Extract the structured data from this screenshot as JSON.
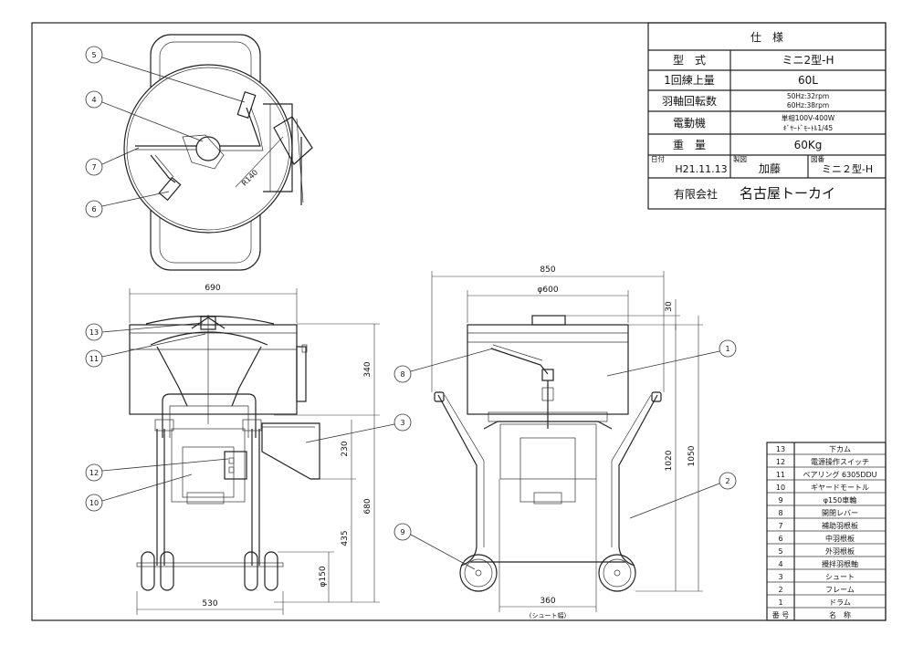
{
  "spec_table": {
    "title": "仕　様",
    "rows": [
      {
        "label": "型　式",
        "value": "ミニ2型-H"
      },
      {
        "label": "1回練上量",
        "value": "60L"
      },
      {
        "label": "羽軸回転数",
        "value1": "50Hz:32rpm",
        "value2": "60Hz:38rpm"
      },
      {
        "label": "電動機",
        "value1": "単相100V-400W",
        "value2": "ｷﾞﾔｰﾄﾞﾓｰﾄﾙ1/45"
      },
      {
        "label": "重　量",
        "value": "60Kg"
      }
    ],
    "date_label": "日付",
    "date": "H21.11.13",
    "maker_label": "製図",
    "maker": "加藤",
    "drawing_label": "図番",
    "drawing_no": "ミニ２型-H",
    "company_prefix": "有限会社",
    "company": "名古屋トーカイ"
  },
  "parts_table": {
    "header_no": "番 号",
    "header_name": "名　称",
    "rows": [
      {
        "no": "13",
        "name": "下カム"
      },
      {
        "no": "12",
        "name": "電源操作スイッチ"
      },
      {
        "no": "11",
        "name": "ベアリング 6305DDU"
      },
      {
        "no": "10",
        "name": "ギヤードモートル"
      },
      {
        "no": "9",
        "name": "φ150車輪"
      },
      {
        "no": "8",
        "name": "開閉レバー"
      },
      {
        "no": "7",
        "name": "補助羽根板"
      },
      {
        "no": "6",
        "name": "中羽根板"
      },
      {
        "no": "5",
        "name": "外羽根板"
      },
      {
        "no": "4",
        "name": "攪拌羽根軸"
      },
      {
        "no": "3",
        "name": "シュート"
      },
      {
        "no": "2",
        "name": "フレーム"
      },
      {
        "no": "1",
        "name": "ドラム"
      }
    ]
  },
  "dimensions": {
    "top_r": "R140",
    "side_width": "690",
    "side_top_h": "340",
    "side_chute_h": "230",
    "side_total_h": "680",
    "side_base_h": "435",
    "side_wheel": "φ150",
    "side_base_w": "530",
    "front_width": "850",
    "front_drum": "φ600",
    "front_lid": "30",
    "front_h1": "1020",
    "front_h2": "1050",
    "front_chute_w": "360",
    "front_chute_note": "(シュート幅)"
  },
  "callouts": {
    "c1": "1",
    "c2": "2",
    "c3": "3",
    "c4": "4",
    "c5": "5",
    "c6": "6",
    "c7": "7",
    "c8": "8",
    "c9": "9",
    "c10": "10",
    "c11": "11",
    "c12": "12",
    "c13": "13"
  }
}
